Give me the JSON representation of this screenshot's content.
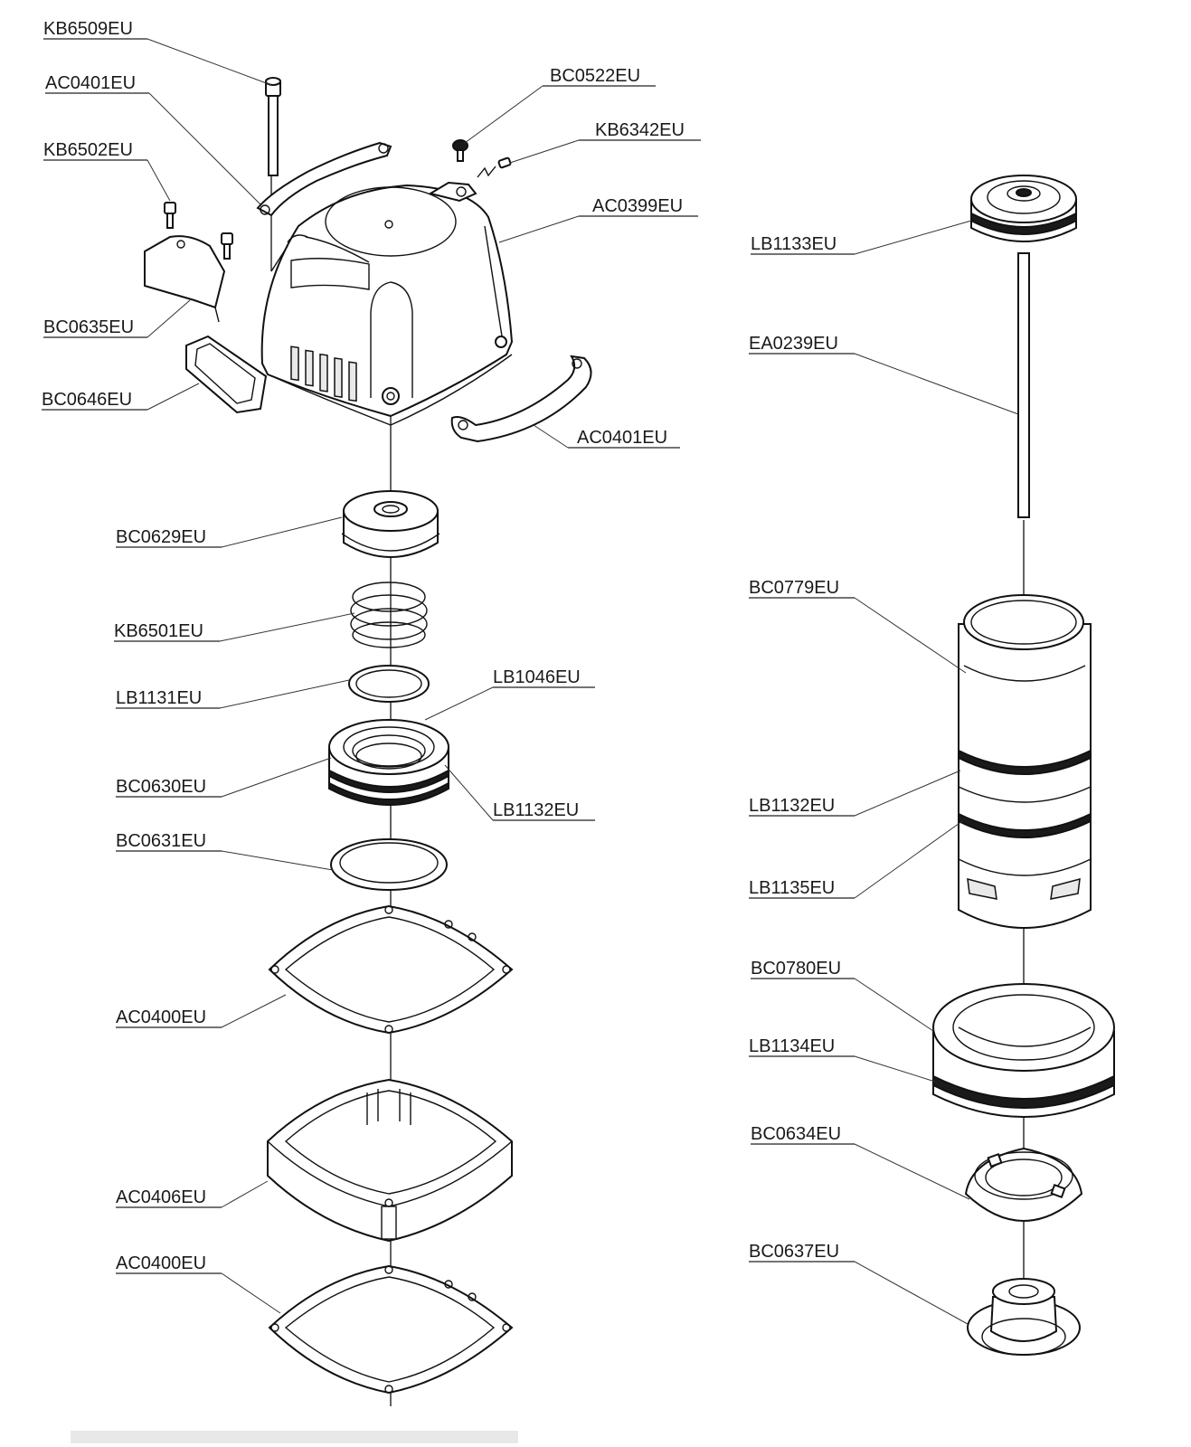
{
  "labels": [
    "KB6509EU",
    "AC0401EU",
    "BC0522EU",
    "KB6342EU",
    "KB6502EU",
    "AC0399EU",
    "BC0635EU",
    "BC0646EU",
    "AC0401EU",
    "BC0629EU",
    "KB6501EU",
    "LB1131EU",
    "LB1046EU",
    "BC0630EU",
    "LB1132EU",
    "BC0631EU",
    "AC0400EU",
    "AC0406EU",
    "AC0400EU",
    "LB1133EU",
    "EA0239EU",
    "BC0779EU",
    "LB1132EU",
    "LB1135EU",
    "BC0780EU",
    "LB1134EU",
    "BC0634EU",
    "BC0637EU"
  ]
}
